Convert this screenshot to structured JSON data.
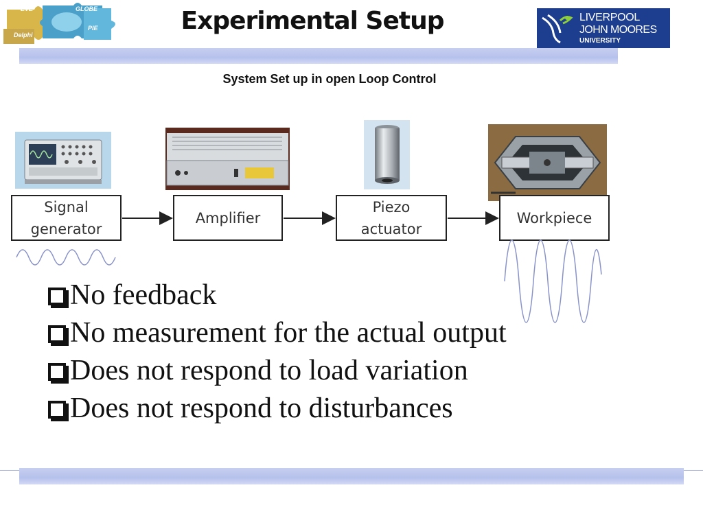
{
  "header": {
    "title": "Experimental Setup",
    "logo": {
      "line1": "LIVERPOOL",
      "line2": "JOHN MOORES",
      "line3": "UNIVERSITY",
      "color": "#1d3d8f"
    },
    "puzzle_texts": [
      "EVE",
      "GLOBE",
      "PIE",
      "Delphi"
    ]
  },
  "subtitle": "System Set up in open Loop Control",
  "diagram": {
    "blocks": [
      {
        "label": "Signal\ngenerator",
        "photo": "oscilloscope-photo"
      },
      {
        "label": "Amplifier",
        "photo": "amplifier-photo"
      },
      {
        "label": "Piezo\nactuator",
        "photo": "piezo-actuator-photo"
      },
      {
        "label": "Workpiece",
        "photo": "workpiece-photo"
      }
    ],
    "arrow_color": "#222222",
    "wave_color": "#8a93c8"
  },
  "bullets": [
    "No feedback",
    "No measurement for the actual output",
    "Does not respond to load variation",
    "Does not respond to disturbances"
  ],
  "bar_color": "#b9c3ed"
}
